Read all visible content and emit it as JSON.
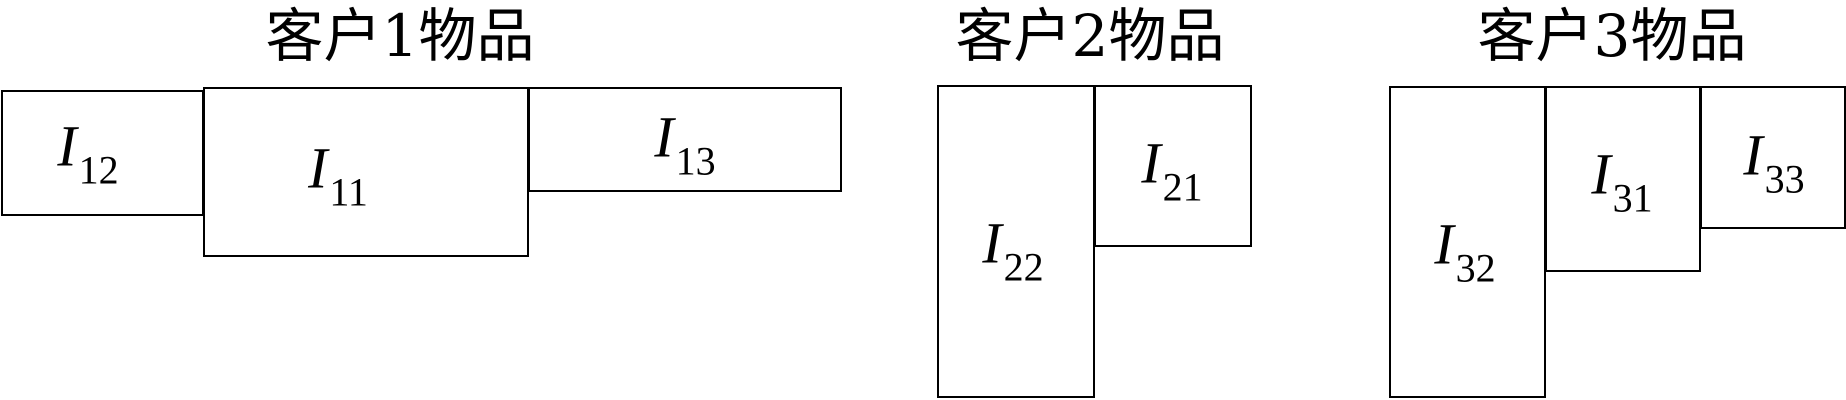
{
  "groups": [
    {
      "title": "客户1物品",
      "items": [
        {
          "letter": "I",
          "sub": "12"
        },
        {
          "letter": "I",
          "sub": "11"
        },
        {
          "letter": "I",
          "sub": "13"
        }
      ]
    },
    {
      "title": "客户2物品",
      "items": [
        {
          "letter": "I",
          "sub": "22"
        },
        {
          "letter": "I",
          "sub": "21"
        }
      ]
    },
    {
      "title": "客户3物品",
      "items": [
        {
          "letter": "I",
          "sub": "32"
        },
        {
          "letter": "I",
          "sub": "31"
        },
        {
          "letter": "I",
          "sub": "33"
        }
      ]
    }
  ]
}
